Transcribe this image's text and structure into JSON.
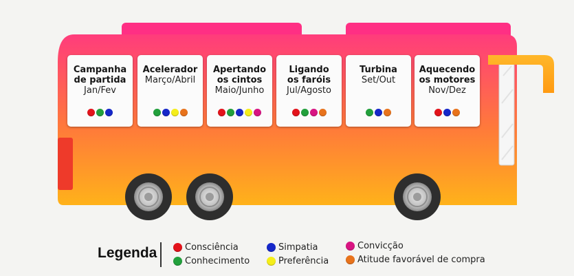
{
  "colors": {
    "consciencia": "#e3131b",
    "conhecimento": "#22a03c",
    "simpatia": "#1527c9",
    "preferencia": "#f5ee1a",
    "conviccao": "#d81482",
    "atitude": "#e8731c",
    "bus_top": "#ff3c7c",
    "bus_bottom": "#ffb21a"
  },
  "stages": [
    {
      "title": "Campanha\nde partida",
      "period": "Jan/Fev",
      "dots": [
        "consciencia",
        "conhecimento",
        "simpatia"
      ]
    },
    {
      "title": "Acelerador",
      "period": "Março/Abril",
      "dots": [
        "conhecimento",
        "simpatia",
        "preferencia",
        "atitude"
      ]
    },
    {
      "title": "Apertando\nos cintos",
      "period": "Maio/Junho",
      "dots": [
        "consciencia",
        "conhecimento",
        "simpatia",
        "preferencia",
        "conviccao"
      ]
    },
    {
      "title": "Ligando\nos faróis",
      "period": "Jul/Agosto",
      "dots": [
        "consciencia",
        "conhecimento",
        "conviccao",
        "atitude"
      ]
    },
    {
      "title": "Turbina",
      "period": "Set/Out",
      "dots": [
        "conhecimento",
        "simpatia",
        "atitude"
      ]
    },
    {
      "title": "Aquecendo\nos motores",
      "period": "Nov/Dez",
      "dots": [
        "consciencia",
        "simpatia",
        "atitude"
      ]
    }
  ],
  "legend": {
    "title": "Legenda",
    "items": [
      {
        "key": "consciencia",
        "label": "Consciência"
      },
      {
        "key": "conhecimento",
        "label": "Conhecimento"
      },
      {
        "key": "simpatia",
        "label": "Simpatia"
      },
      {
        "key": "preferencia",
        "label": "Preferência"
      },
      {
        "key": "conviccao",
        "label": "Convicção"
      },
      {
        "key": "atitude",
        "label": "Atitude favorável de compra"
      }
    ]
  }
}
